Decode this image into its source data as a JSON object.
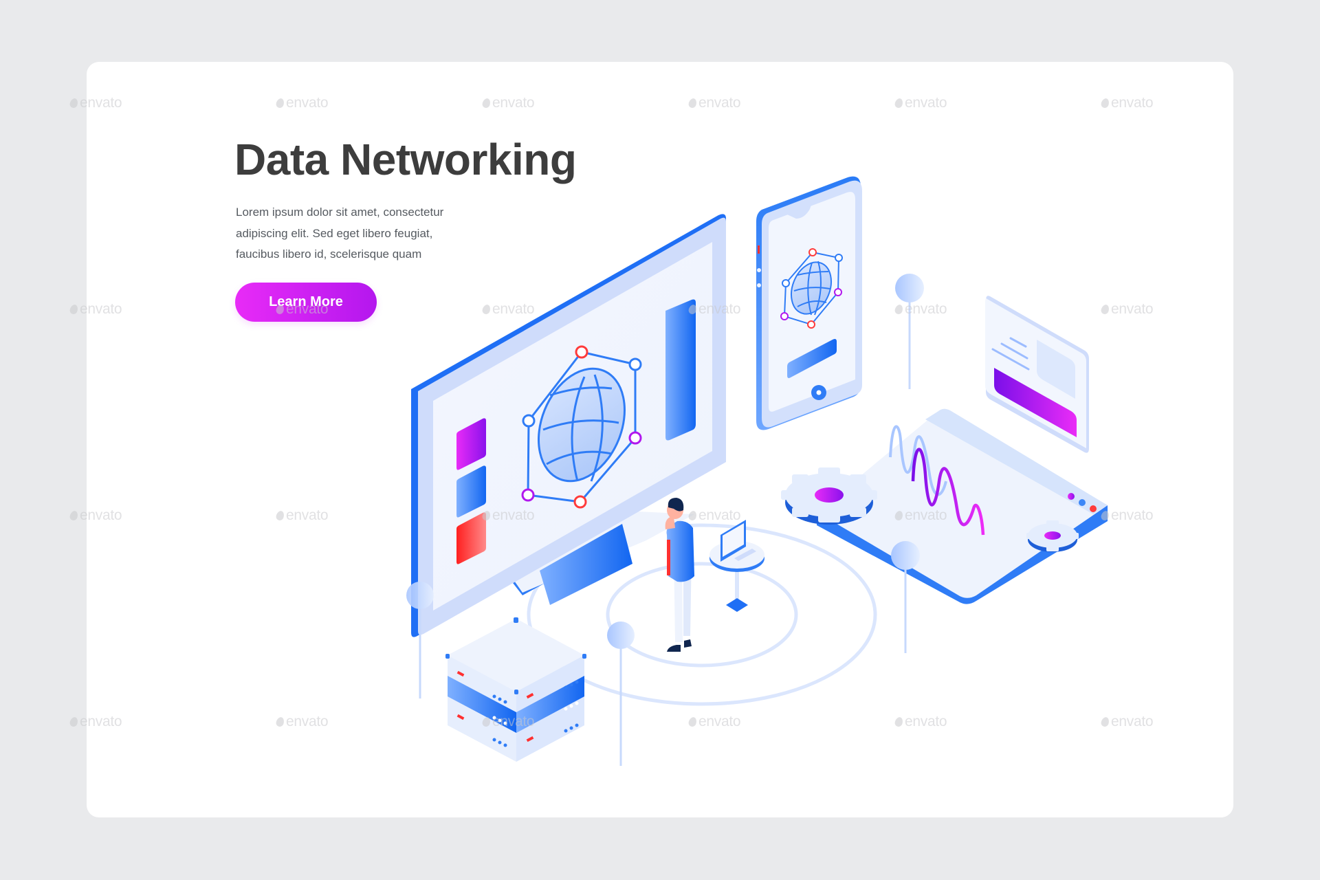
{
  "hero": {
    "title": "Data Networking",
    "body_lines": [
      "Lorem ipsum dolor sit amet, consectetur",
      "adipiscing elit. Sed eget libero feugiat,",
      "faucibus libero id, scelerisque quam"
    ],
    "cta_label": "Learn More"
  },
  "illustration": {
    "description": "Isometric data networking scene: large monitor with globe network, smartphone with globe network, floating info panel, platform with waveform chart and gears, person standing, small desk with computer, server rack, map pins and concentric circles",
    "elements": [
      "monitor-globe",
      "smartphone-globe",
      "info-panel",
      "waveform-platform",
      "gear-large",
      "gear-small",
      "person",
      "desk-computer",
      "server-rack",
      "map-pins",
      "ripple-circles"
    ]
  },
  "watermark": {
    "text": "envato"
  },
  "colors": {
    "page_background": "#e9eaec",
    "card_background": "#ffffff",
    "title": "#3d3d3d",
    "body_text": "#555a60",
    "cta_gradient_start": "#e82bf7",
    "cta_gradient_end": "#b417ee",
    "primary_blue": "#1a6ff5",
    "light_blue": "#e8f0fe",
    "purple": "#8a12ec",
    "magenta": "#e82bf7",
    "red": "#ff2a2a"
  }
}
